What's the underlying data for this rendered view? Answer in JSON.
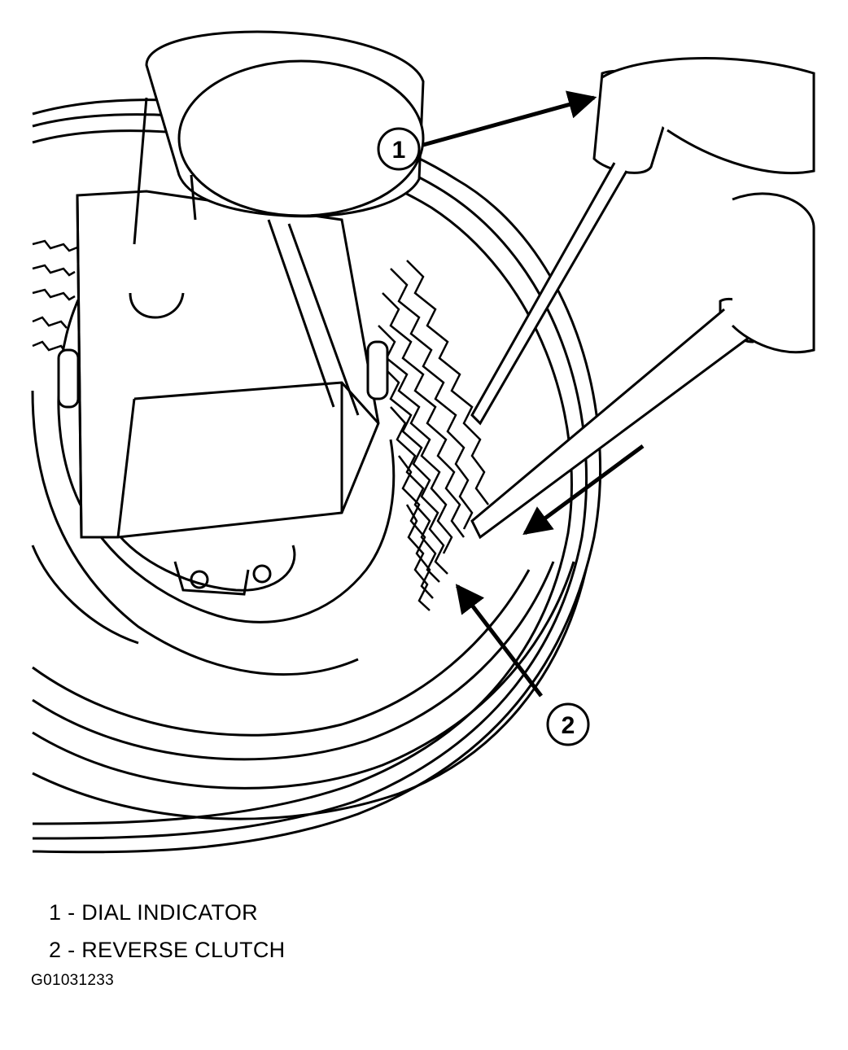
{
  "callouts": [
    {
      "number": "1",
      "label": "DIAL INDICATOR"
    },
    {
      "number": "2",
      "label": "REVERSE CLUTCH"
    }
  ],
  "legend": [
    {
      "text": "1 - DIAL INDICATOR"
    },
    {
      "text": "2 - REVERSE CLUTCH"
    }
  ],
  "figure_id": "G01031233",
  "colors": {
    "line": "#000000",
    "background": "#ffffff"
  }
}
